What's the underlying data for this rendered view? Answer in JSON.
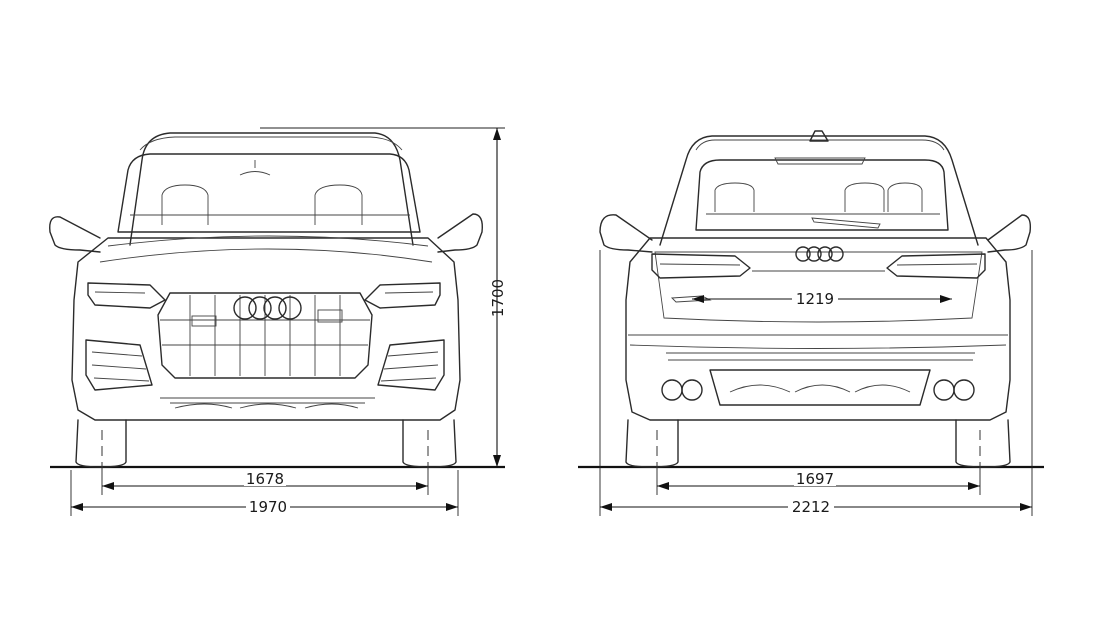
{
  "front_view": {
    "track_width": "1678",
    "overall_width": "1970",
    "height": "1700"
  },
  "rear_view": {
    "rear_opening_width": "1219",
    "track_width": "1697",
    "overall_width_with_mirrors": "2212"
  },
  "colors": {
    "line": "#2b2b2b",
    "background": "#ffffff"
  }
}
